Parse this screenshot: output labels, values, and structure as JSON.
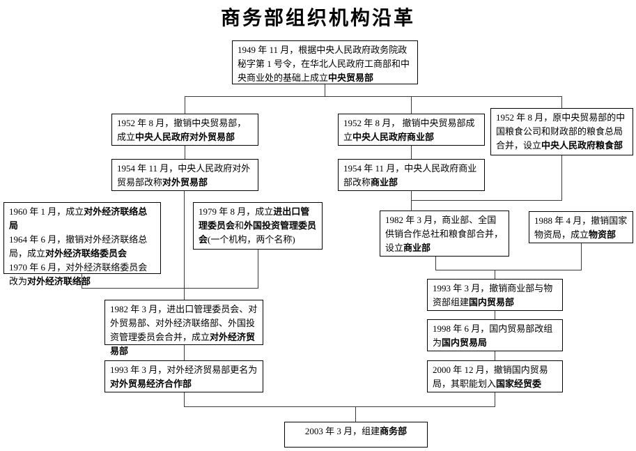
{
  "title": "商务部组织机构沿革",
  "nodes": {
    "n1949": {
      "segments": [
        {
          "t": "1949 年 11 月，根据中央人民政府政务院政秘字第 1 号令，在华北人民政府工商部和中央商业处的基础上成立"
        },
        {
          "t": "中央贸易部",
          "b": true
        }
      ]
    },
    "n1952a": {
      "segments": [
        {
          "t": "1952 年 8 月，撤销中央贸易部，成立"
        },
        {
          "t": "中央人民政府对外贸易部",
          "b": true
        }
      ]
    },
    "n1952b": {
      "segments": [
        {
          "t": "1952 年 8 月， 撤销中央贸易部成立"
        },
        {
          "t": "中央人民政府商业部",
          "b": true
        }
      ]
    },
    "n1952c": {
      "segments": [
        {
          "t": "1952 年 8 月，原中央贸易部的中国粮食公司和财政部的粮食总局合并，设立"
        },
        {
          "t": "中央人民政府粮食部",
          "b": true
        }
      ]
    },
    "n1954a": {
      "segments": [
        {
          "t": "1954 年 11 月，中央人民政府对外贸易部改称"
        },
        {
          "t": "对外贸易部",
          "b": true
        }
      ]
    },
    "n1954b": {
      "segments": [
        {
          "t": "1954 年 11 月，中央人民政府商业部改称"
        },
        {
          "t": "商业部",
          "b": true
        }
      ]
    },
    "n1960s": {
      "segments": [
        {
          "t": "1960 年 1 月，成立"
        },
        {
          "t": "对外经济联络总局",
          "b": true
        },
        {
          "br": true
        },
        {
          "t": "1964 年 6 月，撤销对外经济联络总局，成立"
        },
        {
          "t": "对外经济联络委员会",
          "b": true
        },
        {
          "br": true
        },
        {
          "t": "1970 年 6 月，对外经济联络委员会改为"
        },
        {
          "t": "对外经济联络部",
          "b": true
        }
      ]
    },
    "n1979": {
      "segments": [
        {
          "t": "1979 年 8 月，成立"
        },
        {
          "t": "进出口管理委员会",
          "b": true
        },
        {
          "t": "和"
        },
        {
          "t": "外国投资管理委员会",
          "b": true
        },
        {
          "t": "(一个机构，两个名称)"
        }
      ]
    },
    "n1982b": {
      "segments": [
        {
          "t": "1982 年 3 月，商业部、全国供销合作总社和粮食部合并，设立"
        },
        {
          "t": "商业部",
          "b": true
        }
      ]
    },
    "n1988": {
      "segments": [
        {
          "t": "1988 年 4 月，撤销国家物资局，成立"
        },
        {
          "t": "物资部",
          "b": true
        }
      ]
    },
    "n1982a": {
      "segments": [
        {
          "t": "1982 年 3 月，进出口管理委员会、对外贸易部、对外经济联络部、外国投资管理委员会合并，成立"
        },
        {
          "t": "对外经济贸易部",
          "b": true
        }
      ]
    },
    "n1993a": {
      "segments": [
        {
          "t": "1993 年 3 月，对外经济贸易部更名为"
        },
        {
          "t": "对外贸易经济合作部",
          "b": true
        }
      ]
    },
    "n1993b": {
      "segments": [
        {
          "t": "1993 年 3 月，撤销商业部与物资部组建"
        },
        {
          "t": "国内贸易部",
          "b": true
        }
      ]
    },
    "n1998": {
      "segments": [
        {
          "t": "1998 年 6 月，国内贸易部改组为"
        },
        {
          "t": "国内贸易局",
          "b": true
        }
      ]
    },
    "n2000": {
      "segments": [
        {
          "t": "2000 年 12 月，撤销国内贸易局，其职能划入"
        },
        {
          "t": "国家经贸委",
          "b": true
        }
      ]
    },
    "n2003": {
      "segments": [
        {
          "t": "2003 年 3 月，组建"
        },
        {
          "t": "商务部",
          "b": true
        }
      ]
    }
  }
}
